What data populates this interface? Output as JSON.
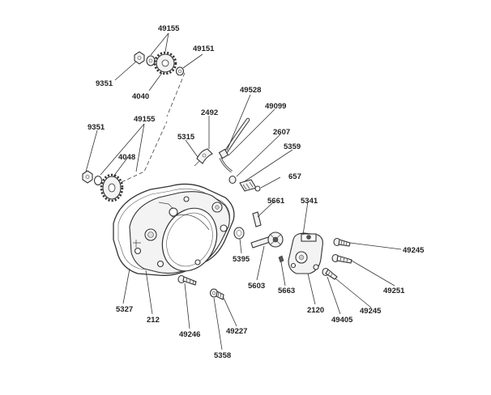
{
  "labels": {
    "l49155a": "49155",
    "l49151": "49151",
    "l9351a": "9351",
    "l4040": "4040",
    "l49528": "49528",
    "l2492": "2492",
    "l49099": "49099",
    "l9351b": "9351",
    "l49155b": "49155",
    "l5315": "5315",
    "l2607": "2607",
    "l5359": "5359",
    "l4048": "4048",
    "l657": "657",
    "l5661": "5661",
    "l5341": "5341",
    "l49245a": "49245",
    "l5395": "5395",
    "l49251": "49251",
    "l5603": "5603",
    "l5663": "5663",
    "l5327": "5327",
    "l212": "212",
    "l2120": "2120",
    "l49245b": "49245",
    "l49405": "49405",
    "l49246": "49246",
    "l49227": "49227",
    "l5358": "5358"
  }
}
